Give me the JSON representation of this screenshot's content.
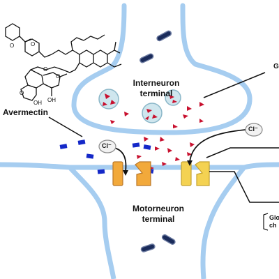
{
  "labels": {
    "drug_name": "Avermectin",
    "interneuron_line1": "Interneuron",
    "interneuron_line2": "terminal",
    "motorneuron_line1": "Motorneuron",
    "motorneuron_line2": "terminal",
    "chloride_ion": "Cl⁻",
    "right_label_top": "G",
    "right_label_bottom_line1": "Glo",
    "right_label_bottom_line2": "ch"
  },
  "colors": {
    "membrane": "#a6cdf0",
    "neurotransmitter": "#c8102e",
    "avermectin_marker": "#1428c8",
    "channel_fill": "#f2a93b",
    "channel_yellow": "#f4d252",
    "vesicle": "#cfe6ee"
  },
  "icons": {
    "chloride": "cl-ion-icon",
    "channel": "ion-channel-icon",
    "vesicle": "synaptic-vesicle-icon",
    "mitochondrion": "mitochondrion-icon",
    "molecule": "avermectin-structure-icon"
  }
}
